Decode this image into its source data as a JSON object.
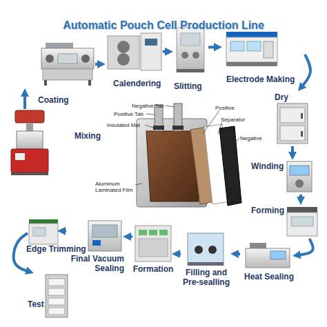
{
  "diagram": {
    "title": "Automatic Pouch Cell Production Line",
    "nodes": [
      {
        "text": [
          "Mixing"
        ]
      },
      {
        "text": [
          "Coating"
        ]
      },
      {
        "text": [
          "Calendering"
        ]
      },
      {
        "text": [
          "Slitting"
        ]
      },
      {
        "text": [
          "Electrode Making"
        ]
      },
      {
        "text": [
          "Dry"
        ]
      },
      {
        "text": [
          "Winding"
        ]
      },
      {
        "text": [
          "Forming"
        ]
      },
      {
        "text": [
          "Heat Sealing"
        ]
      },
      {
        "text": [
          "Filling and Pre-sealling"
        ]
      },
      {
        "text": [
          "Formation"
        ]
      },
      {
        "text": [
          "Final Vacuum Sealing"
        ]
      },
      {
        "text": [
          "Edge Trimming"
        ]
      },
      {
        "text": [
          "Test"
        ]
      }
    ],
    "edges": [
      {
        "from": 0,
        "to": 1,
        "arrow": "to"
      },
      {
        "from": 1,
        "to": 2,
        "arrow": "to"
      },
      {
        "from": 2,
        "to": 3,
        "arrow": "to"
      },
      {
        "from": 3,
        "to": 4,
        "arrow": "to"
      },
      {
        "from": 4,
        "to": 5,
        "arrow": "to"
      },
      {
        "from": 5,
        "to": 6,
        "arrow": "to"
      },
      {
        "from": 6,
        "to": 7,
        "arrow": "to"
      },
      {
        "from": 7,
        "to": 8,
        "arrow": "to"
      },
      {
        "from": 8,
        "to": 9,
        "arrow": "to"
      },
      {
        "from": 9,
        "to": 10,
        "arrow": "to"
      },
      {
        "from": 10,
        "to": 11,
        "arrow": "to"
      },
      {
        "from": 11,
        "to": 12,
        "arrow": "to"
      },
      {
        "from": 12,
        "to": 13,
        "arrow": "to"
      }
    ],
    "labels": [
      "Negative Tab",
      "Positive Tab",
      "Insulated Mat",
      "Positive",
      "Separator",
      "Negative",
      "Aluminum Laminated Film"
    ]
  }
}
